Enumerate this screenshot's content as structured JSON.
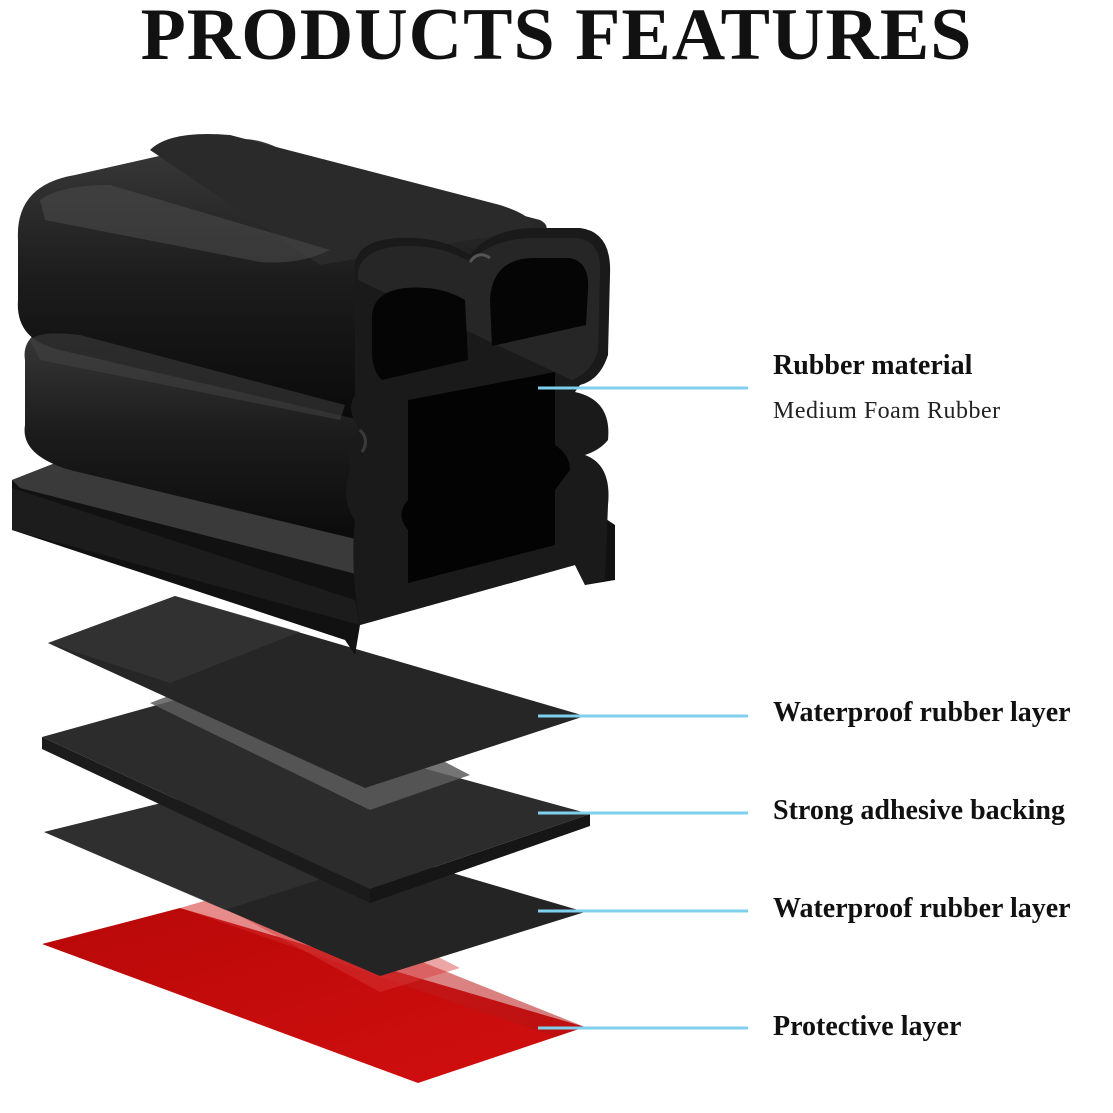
{
  "title": "PRODUCTS FEATURES",
  "layers": [
    {
      "id": "rubber",
      "label": "Rubber material",
      "sublabel": "Medium Foam Rubber"
    },
    {
      "id": "waterproof-top",
      "label": "Waterproof rubber layer"
    },
    {
      "id": "adhesive",
      "label": "Strong adhesive backing"
    },
    {
      "id": "waterproof-bottom",
      "label": "Waterproof rubber layer"
    },
    {
      "id": "protective",
      "label": "Protective layer"
    }
  ],
  "colors": {
    "leader_line": "#7fd0ec",
    "rubber": "#141414",
    "layer_dark": "#2a2a2a",
    "adhesive_gray": "#3a3a3a",
    "protective_red": "#c40a0a"
  }
}
